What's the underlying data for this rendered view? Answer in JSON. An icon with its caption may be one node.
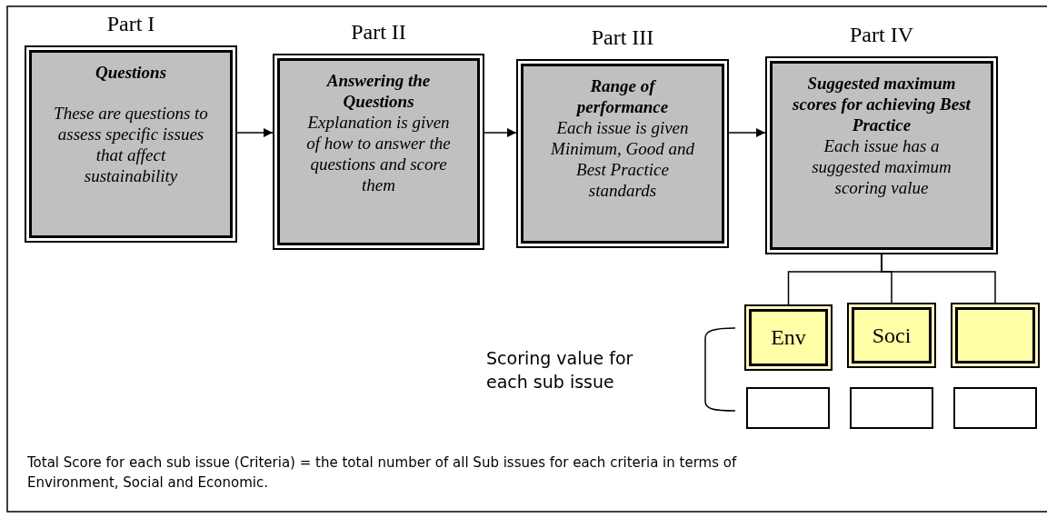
{
  "diagram": {
    "nodes": [
      {
        "text": [
          "Part I",
          "Questions",
          "These are questions to assess specific issues that affect sustainability"
        ]
      },
      {
        "text": [
          "Part II",
          "Answering the Questions",
          "Explanation is given of how to answer the questions and score them"
        ]
      },
      {
        "text": [
          "Part III",
          "Range of performance",
          "Each issue is given Minimum, Good and Best Practice standards"
        ]
      },
      {
        "text": [
          "Part IV",
          "Suggested maximum scores for achieving Best Practice",
          "Each issue has a suggested maximum scoring value"
        ]
      },
      {
        "text": [
          "Env"
        ]
      },
      {
        "text": [
          "Soci"
        ]
      },
      {
        "text": [],
        "shape": "box"
      },
      {
        "text": [],
        "shape": "box"
      },
      {
        "text": [],
        "shape": "box"
      },
      {
        "text": [],
        "shape": "box"
      }
    ],
    "edges": [
      {
        "from": 0,
        "to": 1,
        "arrow": "to"
      },
      {
        "from": 1,
        "to": 2,
        "arrow": "to"
      },
      {
        "from": 2,
        "to": 3,
        "arrow": "to"
      },
      {
        "from": 3,
        "to": 4,
        "arrow": "none"
      },
      {
        "from": 3,
        "to": 5,
        "arrow": "none"
      },
      {
        "from": 3,
        "to": 6,
        "arrow": "none"
      }
    ],
    "labels": [
      "Scoring value for each sub issue",
      "Total Score for each sub issue (Criteria) = the total number of all Sub issues for each criteria in terms of Environment, Social and Economic."
    ]
  }
}
